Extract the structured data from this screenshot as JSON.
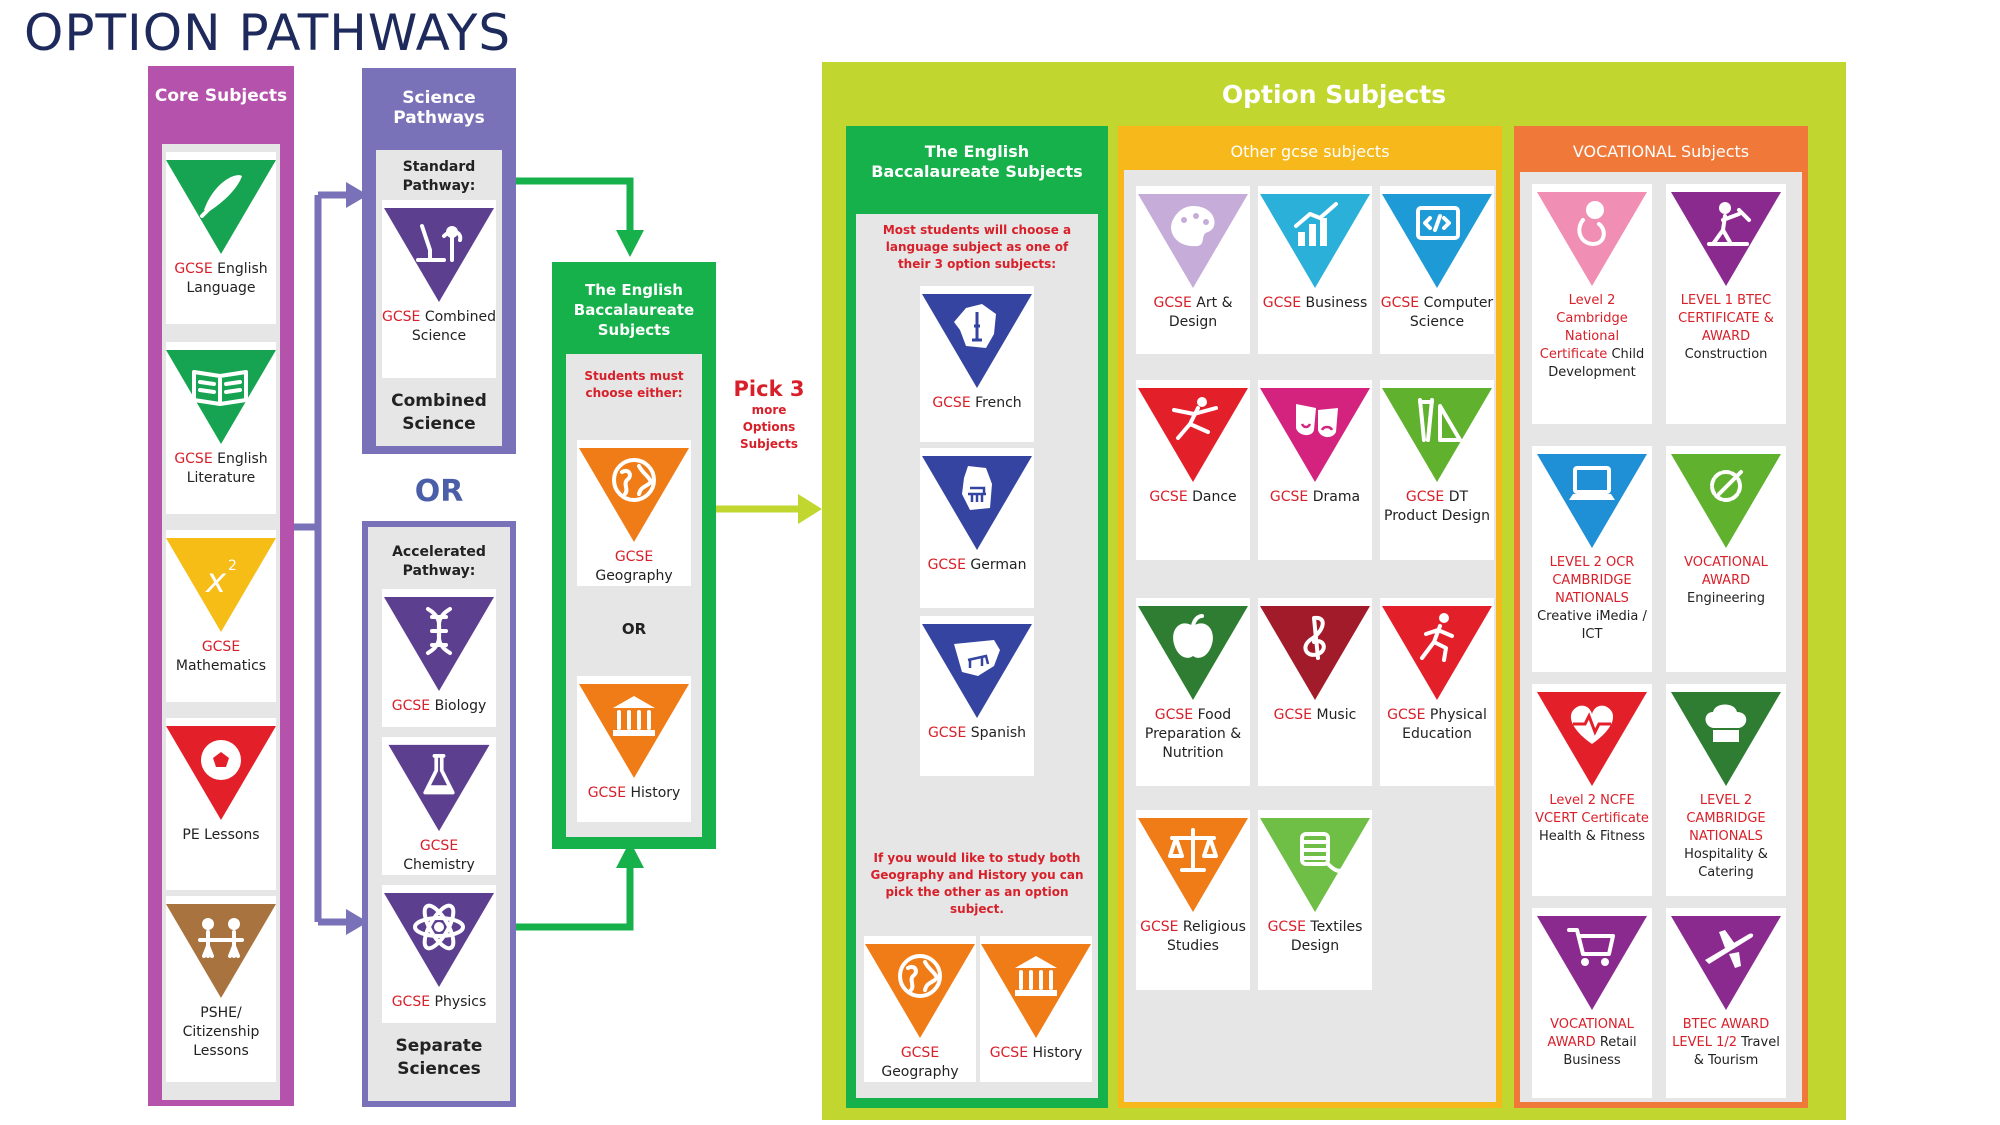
{
  "title": "OPTION PATHWAYS",
  "colors": {
    "core": "#b552ab",
    "science": "#7a72b8",
    "ebacc": "#16b14b",
    "option": "#c1d72f",
    "other": "#f6b81b",
    "vocational": "#f0793a",
    "red": "#d8202a",
    "grey": "#e6e6e6"
  },
  "core": {
    "header": "Core Subjects",
    "items": [
      {
        "icon": "quill-pen-icon",
        "color": "#16a452",
        "red": "GCSE",
        "label": "English Language"
      },
      {
        "icon": "open-book-icon",
        "color": "#16a452",
        "red": "GCSE",
        "label": "English Literature"
      },
      {
        "icon": "x-squared-icon",
        "color": "#f5bd16",
        "red": "GCSE",
        "label": "Mathematics"
      },
      {
        "icon": "football-icon",
        "color": "#e3202a",
        "red": "",
        "label": "PE Lessons"
      },
      {
        "icon": "people-icon",
        "color": "#a8733f",
        "red": "",
        "label": "PSHE/ Citizenship Lessons"
      }
    ]
  },
  "science": {
    "header": "Science Pathways",
    "standard": {
      "title": "Standard Pathway:",
      "icon": "microscope-icon",
      "color": "#5d3f8f",
      "red": "GCSE",
      "label": "Combined Science",
      "footer": "Combined Science"
    },
    "or": "OR",
    "accelerated": {
      "title": "Accelerated Pathway:",
      "items": [
        {
          "icon": "dna-icon",
          "color": "#5d3f8f",
          "red": "GCSE",
          "label": "Biology"
        },
        {
          "icon": "flask-icon",
          "color": "#5d3f8f",
          "red": "GCSE",
          "label": "Chemistry"
        },
        {
          "icon": "atom-icon",
          "color": "#5d3f8f",
          "red": "GCSE",
          "label": "Physics"
        }
      ],
      "footer": "Separate Sciences"
    }
  },
  "ebacc_mid": {
    "header": "The English Baccalaureate Subjects",
    "note": "Students must choose either:",
    "or": "OR",
    "items": [
      {
        "icon": "globe-icon",
        "color": "#ef7c17",
        "red": "GCSE",
        "label": "Geography"
      },
      {
        "icon": "building-icon",
        "color": "#ef7c17",
        "red": "GCSE",
        "label": "History"
      }
    ]
  },
  "pick": {
    "big": "Pick 3",
    "small": "more Options Subjects"
  },
  "option": {
    "header": "Option Subjects",
    "ebacc": {
      "header": "The English Baccalaureate Subjects",
      "note_top": "Most students will choose a language subject as one of their 3 option subjects:",
      "languages": [
        {
          "icon": "france-map-icon",
          "color": "#3444a0",
          "red": "GCSE",
          "label": "French"
        },
        {
          "icon": "germany-map-icon",
          "color": "#3444a0",
          "red": "GCSE",
          "label": "German"
        },
        {
          "icon": "spain-map-icon",
          "color": "#3444a0",
          "red": "GCSE",
          "label": "Spanish"
        }
      ],
      "note_bottom": "If you would like to study both Geography and History you can pick the other as an option subject.",
      "hums": [
        {
          "icon": "globe-icon",
          "color": "#ef7c17",
          "red": "GCSE",
          "label": "Geography"
        },
        {
          "icon": "building-icon",
          "color": "#ef7c17",
          "red": "GCSE",
          "label": "History"
        }
      ]
    },
    "other": {
      "header": "Other gcse subjects",
      "items": [
        {
          "icon": "palette-icon",
          "color": "#c6acd9",
          "red": "GCSE",
          "label": "Art & Design"
        },
        {
          "icon": "bar-chart-icon",
          "color": "#2bb0d9",
          "red": "GCSE",
          "label": "Business"
        },
        {
          "icon": "code-icon",
          "color": "#1e9ad6",
          "red": "GCSE",
          "label": "Computer Science"
        },
        {
          "icon": "dancer-icon",
          "color": "#e3202a",
          "red": "GCSE",
          "label": "Dance"
        },
        {
          "icon": "theatre-masks-icon",
          "color": "#d4237f",
          "red": "GCSE",
          "label": "Drama"
        },
        {
          "icon": "set-square-icon",
          "color": "#5fb12e",
          "red": "GCSE",
          "label": "DT Product Design"
        },
        {
          "icon": "apple-icon",
          "color": "#2e7d32",
          "red": "GCSE",
          "label": "Food Preparation & Nutrition"
        },
        {
          "icon": "treble-clef-icon",
          "color": "#a21b2a",
          "red": "GCSE",
          "label": "Music"
        },
        {
          "icon": "runner-icon",
          "color": "#e3202a",
          "red": "GCSE",
          "label": "Physical Education"
        },
        {
          "icon": "scales-icon",
          "color": "#ef7c17",
          "red": "GCSE",
          "label": "Religious Studies"
        },
        {
          "icon": "thread-spool-icon",
          "color": "#6fbe45",
          "red": "GCSE",
          "label": "Textiles Design"
        }
      ]
    },
    "vocational": {
      "header": "VOCATIONAL Subjects",
      "items": [
        {
          "icon": "baby-icon",
          "color": "#f08fb3",
          "red": "Level 2 Cambridge National Certificate",
          "label": "Child Development"
        },
        {
          "icon": "builder-icon",
          "color": "#8b2a8e",
          "red": "LEVEL 1 BTEC CERTIFICATE & AWARD",
          "label": "Construction"
        },
        {
          "icon": "laptop-icon",
          "color": "#1f8fd6",
          "red": "LEVEL 2 OCR CAMBRIDGE NATIONALS",
          "label": "Creative iMedia / ICT"
        },
        {
          "icon": "cog-wrench-icon",
          "color": "#5fb12e",
          "red": "VOCATIONAL AWARD",
          "label": "Engineering"
        },
        {
          "icon": "heartbeat-icon",
          "color": "#e3202a",
          "red": "Level 2 NCFE VCERT Certificate",
          "label": "Health & Fitness"
        },
        {
          "icon": "chef-hat-icon",
          "color": "#2e7d32",
          "red": "LEVEL 2 CAMBRIDGE NATIONALS",
          "label": "Hospitality & Catering"
        },
        {
          "icon": "shopping-cart-icon",
          "color": "#8b2a8e",
          "red": "VOCATIONAL AWARD",
          "label": "Retail Business"
        },
        {
          "icon": "airplane-icon",
          "color": "#8b2a8e",
          "red": "BTEC AWARD LEVEL 1/2",
          "label": "Travel & Tourism"
        }
      ]
    }
  }
}
